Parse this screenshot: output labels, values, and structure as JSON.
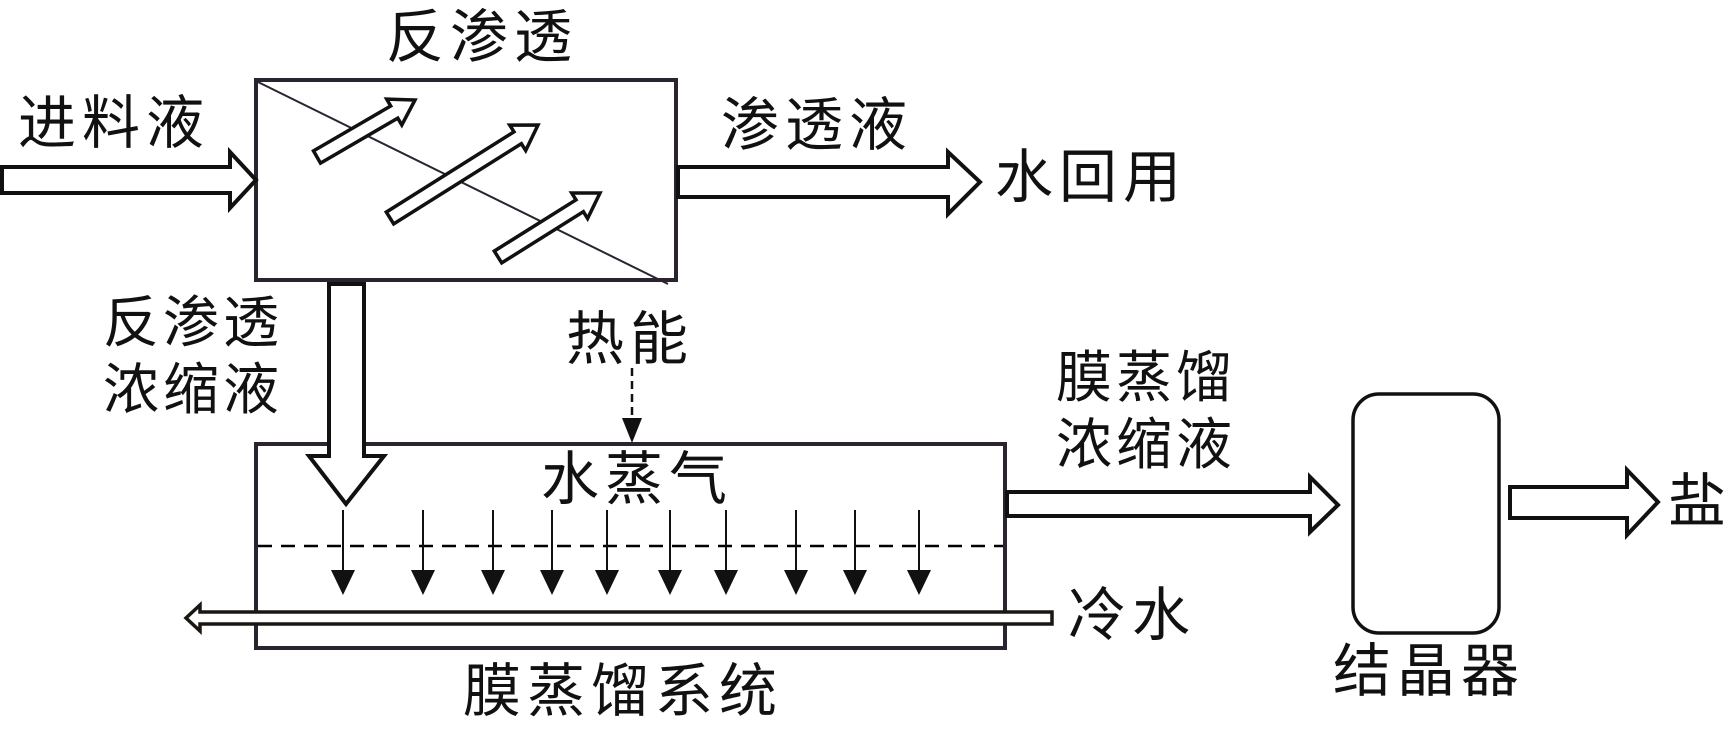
{
  "diagram": {
    "colors": {
      "stroke": "#2a2430",
      "text": "#111111",
      "background": "#ffffff"
    },
    "labels": {
      "ro_title": "反渗透",
      "feed": "进料液",
      "permeate": "渗透液",
      "water_reuse": "水回用",
      "ro_concentrate": "反渗透\n浓缩液",
      "heat": "热能",
      "vapor": "水蒸气",
      "md_concentrate": "膜蒸馏\n浓缩液",
      "cold_water": "冷水",
      "md_system": "膜蒸馏系统",
      "crystallizer": "结晶器",
      "salt": "盐"
    },
    "components": [
      {
        "id": "reverse-osmosis",
        "label": "反渗透",
        "shape": "rectangle",
        "membrane": "diagonal"
      },
      {
        "id": "membrane-distillation-system",
        "label": "膜蒸馏系统",
        "shape": "rectangle",
        "membrane": "dashed-horizontal",
        "vapor_arrows": 10
      },
      {
        "id": "crystallizer",
        "label": "结晶器",
        "shape": "rounded-rectangle"
      }
    ],
    "flows": [
      {
        "from": "进料液",
        "to": "反渗透"
      },
      {
        "from": "反渗透",
        "to": "水回用",
        "label": "渗透液"
      },
      {
        "from": "反渗透",
        "to": "膜蒸馏系统",
        "label": "反渗透浓缩液"
      },
      {
        "from": "热能",
        "to": "膜蒸馏系统",
        "style": "dashed"
      },
      {
        "from": "膜蒸馏系统",
        "to": "结晶器",
        "label": "膜蒸馏浓缩液"
      },
      {
        "from": "结晶器",
        "to": "盐"
      },
      {
        "from": "冷水",
        "to": "膜蒸馏系统",
        "direction": "right-to-left"
      }
    ]
  }
}
